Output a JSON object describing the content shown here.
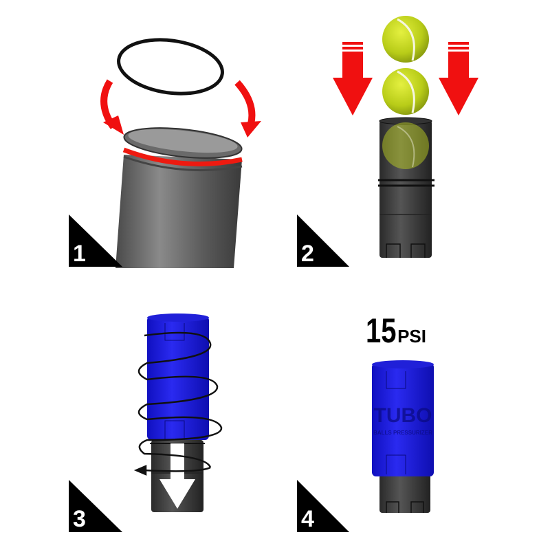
{
  "steps": [
    {
      "number": "1",
      "description": "Place O-ring onto tube rim"
    },
    {
      "number": "2",
      "description": "Insert tennis balls into tube"
    },
    {
      "number": "3",
      "description": "Screw cap down onto tube"
    },
    {
      "number": "4",
      "description": "Sealed and pressurized"
    }
  ],
  "pressure": {
    "value": "15",
    "unit": "PSI"
  },
  "cap_label": {
    "brand": "TUBO",
    "tagline": "BALLS PRESSURIZER"
  },
  "colors": {
    "arrow_red": "#f01010",
    "cap_blue": "#1a1ae0",
    "tube_gray": "#5a5a5a",
    "ball_yellow": "#c8dc20",
    "triangle_black": "#000000"
  }
}
